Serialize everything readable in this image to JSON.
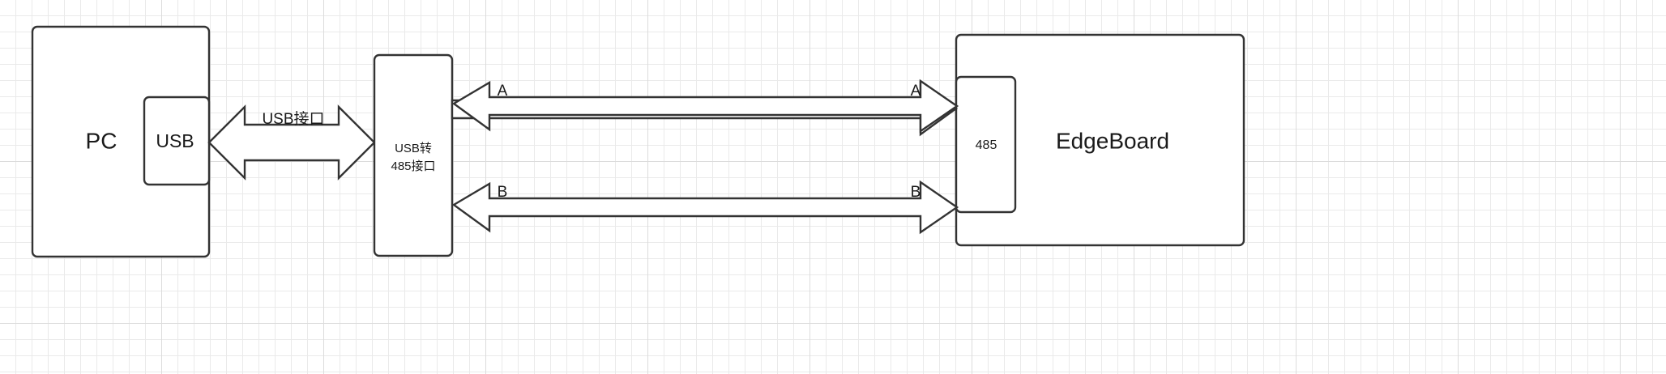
{
  "diagram": {
    "title": "PC to EdgeBoard RS-485 connection diagram",
    "background": {
      "grid_minor_color": "#eaeaea",
      "grid_major_color": "#dcdcdc",
      "page_color": "#ffffff"
    },
    "stroke_color": "#333333",
    "text_color": "#1a1a1a",
    "nodes": {
      "pc": {
        "label": "PC"
      },
      "usb_port": {
        "label": "USB"
      },
      "converter": {
        "label_line1": "USB转",
        "label_line2": "485接口"
      },
      "edgeboard": {
        "label": "EdgeBoard"
      },
      "rs485_port": {
        "label": "485"
      }
    },
    "connections": {
      "usb_link": {
        "label": "USB接口"
      },
      "line_a": {
        "label_left": "A",
        "label_right": "A"
      },
      "line_b": {
        "label_left": "B",
        "label_right": "B"
      }
    }
  }
}
